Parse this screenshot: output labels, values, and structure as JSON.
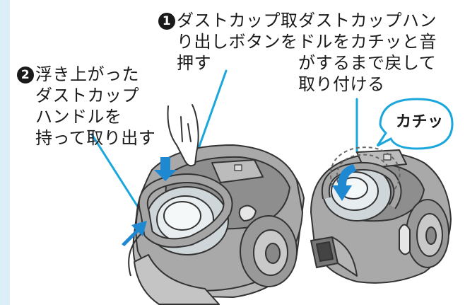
{
  "steps": [
    {
      "number": "1",
      "lines": [
        "ダストカップ取",
        "り出しボタンを",
        "押す"
      ]
    },
    {
      "number": "2",
      "lines": [
        "浮き上がった",
        "ダストカップ",
        "ハンドルを",
        "持って取り出す"
      ]
    }
  ],
  "reattach_note": {
    "lines": [
      "ダストカップハン",
      "ドルをカチッと音",
      "がするまで戻して",
      "取り付ける"
    ]
  },
  "sound_bubble": {
    "text": "カチッ"
  },
  "colors": {
    "accent_cyan": "#1aa7dc",
    "arrow_blue": "#1e88d0",
    "panel_bg": "#dceef8",
    "body_gray": "#9a9a9a"
  }
}
